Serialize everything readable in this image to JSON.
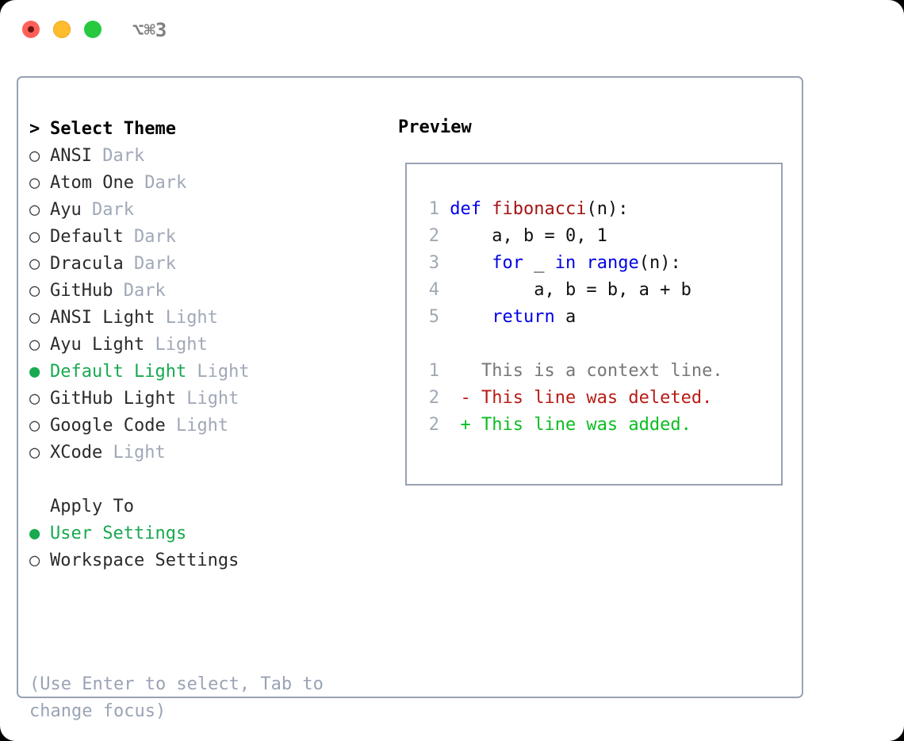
{
  "titlebar": {
    "shortcut": "⌥⌘3",
    "buttons": [
      {
        "name": "close",
        "color": "#ff6159"
      },
      {
        "name": "minimize",
        "color": "#ffbd2e"
      },
      {
        "name": "maximize",
        "color": "#27c93f"
      }
    ]
  },
  "colors": {
    "panel_border": "#98a2b3",
    "selected_green": "#18a951",
    "muted": "#a0a8b8",
    "hint": "#9aa3b5",
    "keyword_blue": "#0000e6",
    "function_red": "#a31414",
    "diff_removed": "#b81b15",
    "diff_added": "#0bbd22",
    "line_number": "#a0a8b4"
  },
  "theme_picker": {
    "heading_marker": ">",
    "heading": "Select Theme",
    "selected_marker": "●",
    "unselected_marker": "○",
    "items": [
      {
        "name": "ANSI",
        "category": "Dark",
        "selected": false
      },
      {
        "name": "Atom One",
        "category": "Dark",
        "selected": false
      },
      {
        "name": "Ayu",
        "category": "Dark",
        "selected": false
      },
      {
        "name": "Default",
        "category": "Dark",
        "selected": false
      },
      {
        "name": "Dracula",
        "category": "Dark",
        "selected": false
      },
      {
        "name": "GitHub",
        "category": "Dark",
        "selected": false
      },
      {
        "name": "ANSI Light",
        "category": "Light",
        "selected": false
      },
      {
        "name": "Ayu Light",
        "category": "Light",
        "selected": false
      },
      {
        "name": "Default Light",
        "category": "Light",
        "selected": true
      },
      {
        "name": "GitHub Light",
        "category": "Light",
        "selected": false
      },
      {
        "name": "Google Code",
        "category": "Light",
        "selected": false
      },
      {
        "name": "XCode",
        "category": "Light",
        "selected": false
      }
    ]
  },
  "apply_to": {
    "label": "Apply To",
    "options": [
      {
        "name": "User Settings",
        "selected": true
      },
      {
        "name": "Workspace Settings",
        "selected": false
      }
    ]
  },
  "hint": "(Use Enter to select, Tab to change focus)",
  "preview": {
    "title": "Preview",
    "code_lines": [
      {
        "number": "1",
        "tokens": [
          {
            "t": "def ",
            "c": "kw"
          },
          {
            "t": "fibonacci",
            "c": "fn"
          },
          {
            "t": "(n):",
            "c": "code-body"
          }
        ]
      },
      {
        "number": "2",
        "tokens": [
          {
            "t": "    a, b = 0, 1",
            "c": "code-body"
          }
        ]
      },
      {
        "number": "3",
        "tokens": [
          {
            "t": "    ",
            "c": "code-body"
          },
          {
            "t": "for",
            "c": "kw"
          },
          {
            "t": " _ ",
            "c": "code-body"
          },
          {
            "t": "in",
            "c": "kw"
          },
          {
            "t": " ",
            "c": "code-body"
          },
          {
            "t": "range",
            "c": "bi"
          },
          {
            "t": "(n):",
            "c": "code-body"
          }
        ]
      },
      {
        "number": "4",
        "tokens": [
          {
            "t": "        a, b = b, a + b",
            "c": "code-body"
          }
        ]
      },
      {
        "number": "5",
        "tokens": [
          {
            "t": "    ",
            "c": "code-body"
          },
          {
            "t": "return",
            "c": "kw"
          },
          {
            "t": " a",
            "c": "code-body"
          }
        ]
      }
    ],
    "diff_lines": [
      {
        "number": "1",
        "sign": " ",
        "text": "This is a context line.",
        "c": "ctx"
      },
      {
        "number": "2",
        "sign": "-",
        "text": "This line was deleted.",
        "c": "del"
      },
      {
        "number": "2",
        "sign": "+",
        "text": "This line was added.",
        "c": "add"
      }
    ]
  }
}
